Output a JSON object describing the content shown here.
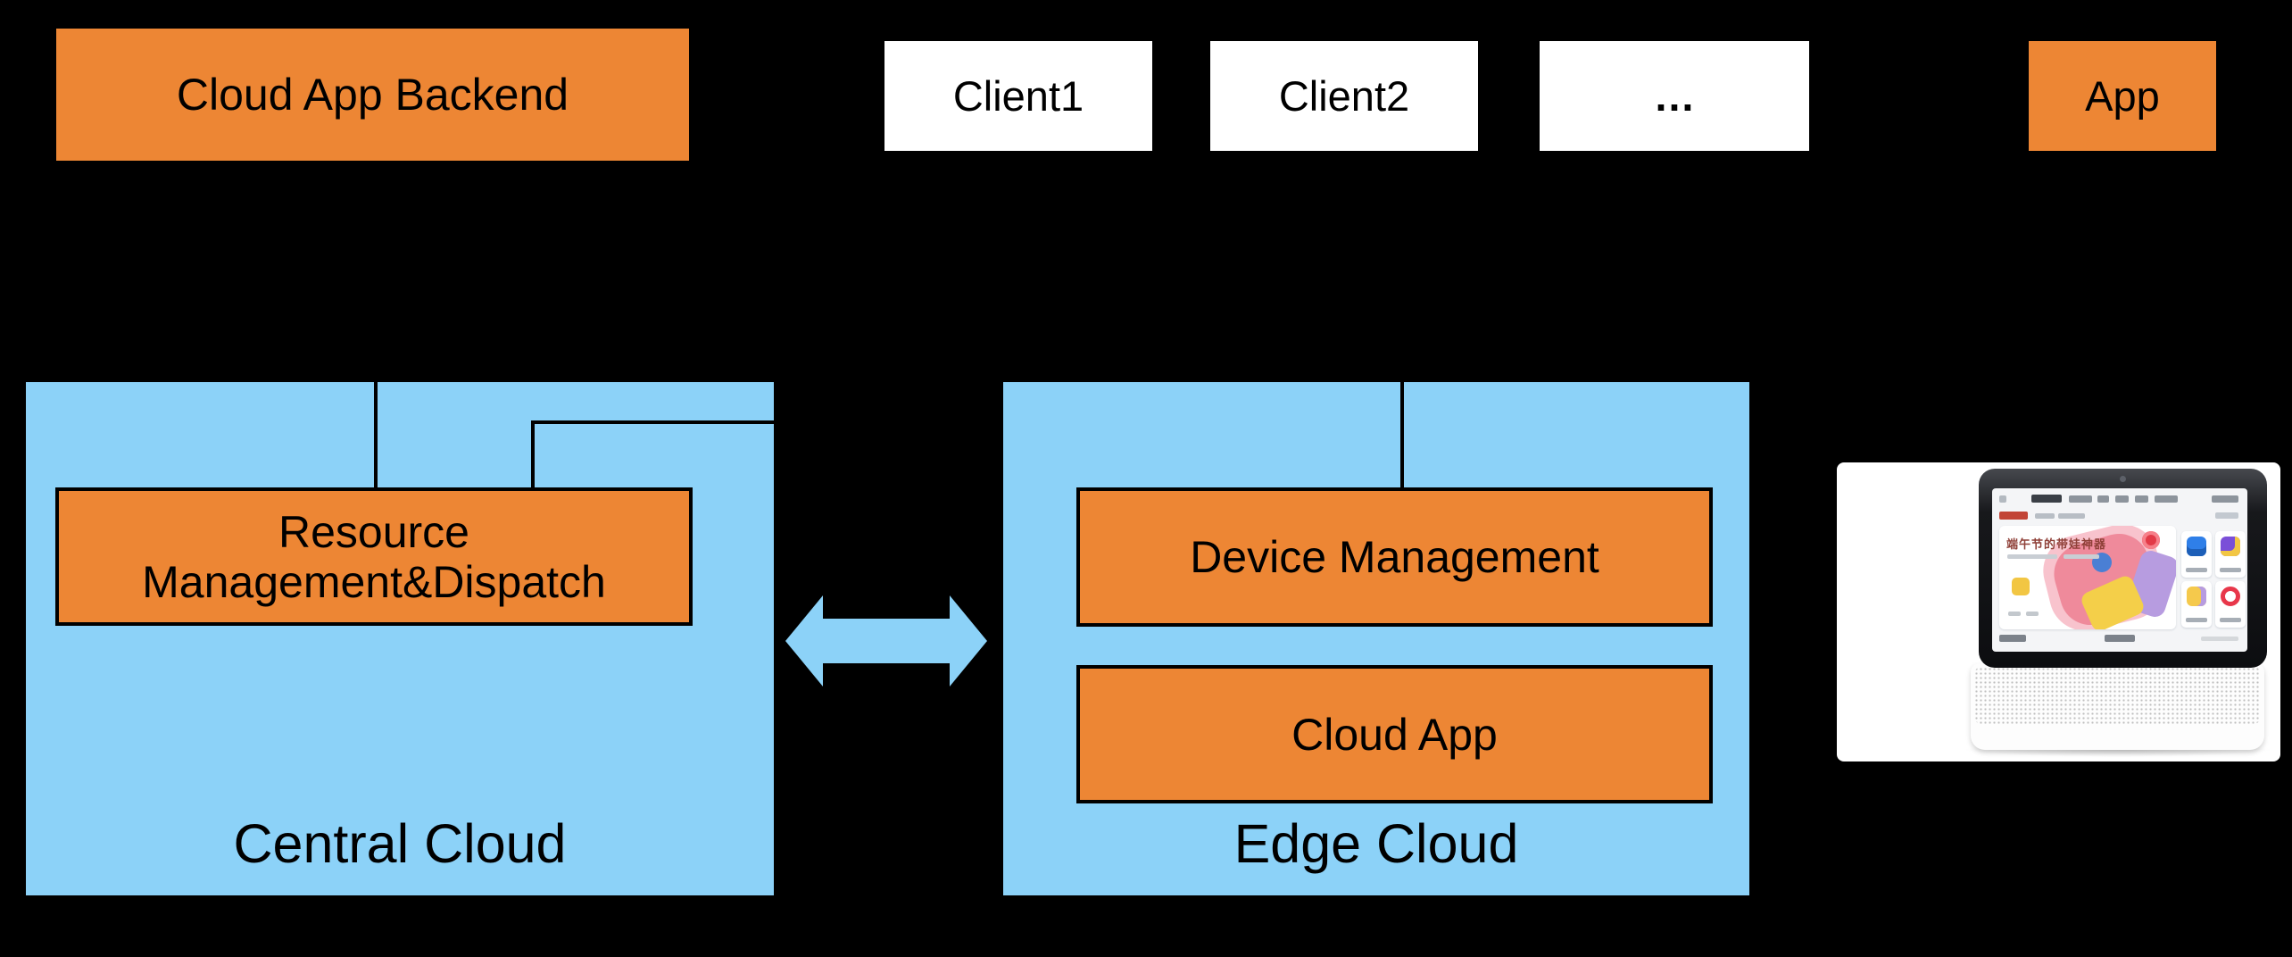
{
  "diagram": {
    "top_row": {
      "cloud_app_backend": "Cloud App Backend",
      "client1": "Client1",
      "client2": "Client2",
      "ellipsis": "…",
      "app": "App"
    },
    "central_cloud": {
      "label": "Central Cloud",
      "resource_management": "Resource Management&Dispatch"
    },
    "edge_cloud": {
      "label": "Edge Cloud",
      "device_management": "Device Management",
      "cloud_app": "Cloud App"
    },
    "device": {
      "screen_headline": "端午节的带娃神器"
    },
    "colors": {
      "orange": "#ED8634",
      "light_blue": "#8CD2F8",
      "background": "#000000",
      "box_white": "#FFFFFF",
      "line_black": "#000000"
    }
  }
}
